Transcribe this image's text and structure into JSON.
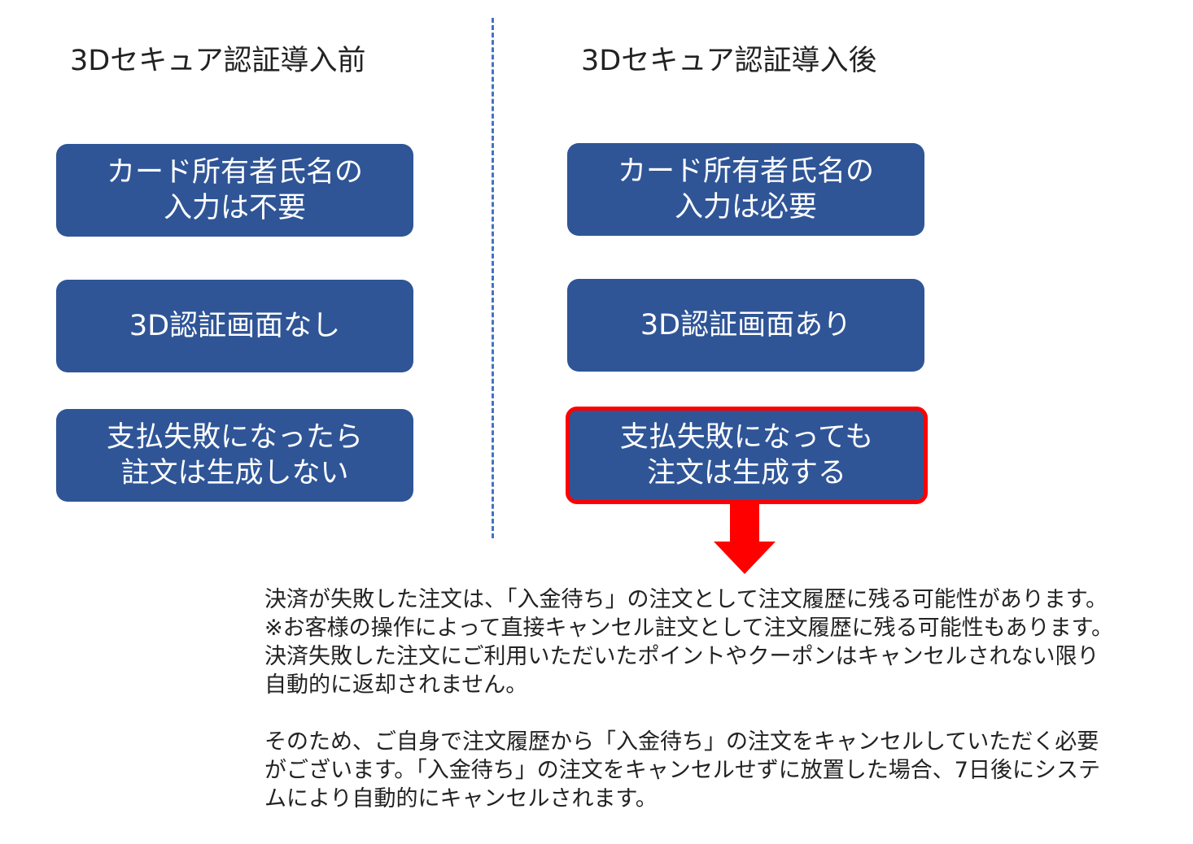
{
  "left": {
    "title": "3Dセキュア認証導入前",
    "boxes": [
      {
        "lines": [
          "カード所有者氏名の",
          "入力は不要"
        ]
      },
      {
        "lines": [
          "3D認証画面なし"
        ]
      },
      {
        "lines": [
          "支払失敗になったら",
          "註文は生成しない"
        ]
      }
    ]
  },
  "right": {
    "title": "3Dセキュア認証導入後",
    "boxes": [
      {
        "lines": [
          "カード所有者氏名の",
          "入力は必要"
        ]
      },
      {
        "lines": [
          "3D認証画面あり"
        ]
      },
      {
        "lines": [
          "支払失敗になっても",
          "注文は生成する"
        ]
      }
    ]
  },
  "note": {
    "lines": [
      "決済が失敗した注文は、「入金待ち」の注文として注文履歴に残る可能性があります。",
      "※お客様の操作によって直接キャンセル註文として注文履歴に残る可能性もあります。",
      "決済失敗した注文にご利用いただいたポイントやクーポンはキャンセルされない限り",
      "自動的に返却されません。",
      "",
      "そのため、ご自身で注文履歴から「入金待ち」の注文をキャンセルしていただく必要",
      "がございます。「入金待ち」の注文をキャンセルせずに放置した場合、7日後にシステ",
      "ムにより自動的にキャンセルされます。"
    ]
  },
  "colors": {
    "box": "#2F5597",
    "highlight": "#FF0000",
    "divider": "#4472C4"
  }
}
